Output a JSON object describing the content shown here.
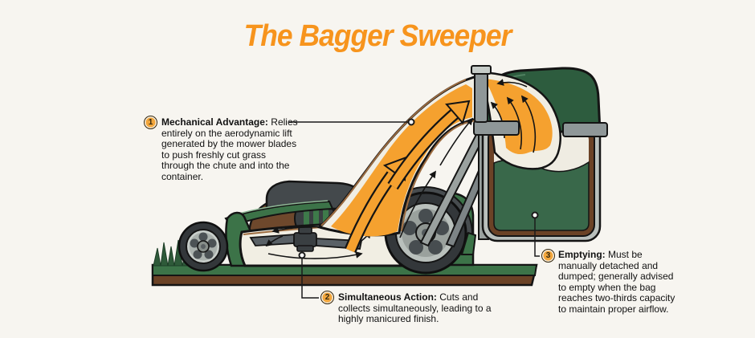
{
  "title": "The Bagger Sweeper",
  "colors": {
    "accent_orange": "#f7941d",
    "flow_orange": "#f5a12f",
    "mower_green": "#3c7348",
    "bag_lid_green": "#2d5c3e",
    "bag_fill_green": "#39684a",
    "soil_brown": "#6b4226",
    "chute_cream": "#f1eee3",
    "frame_gray": "#8f9798",
    "badge_orange": "#f2a63c",
    "outline_black": "#141414"
  },
  "annotations": [
    {
      "number": "1",
      "label": "Mechanical Advantage:",
      "text": "Relies entirely on the aerodynamic lift generated by the mower blades to push freshly cut grass through the chute and into the container."
    },
    {
      "number": "2",
      "label": "Simultaneous Action:",
      "text": "Cuts and collects simultaneously, leading to a highly manicured finish."
    },
    {
      "number": "3",
      "label": "Emptying:",
      "text": "Must be manually detached and dumped; generally advised to empty when the bag reaches two-thirds capacity to maintain proper airflow."
    }
  ]
}
